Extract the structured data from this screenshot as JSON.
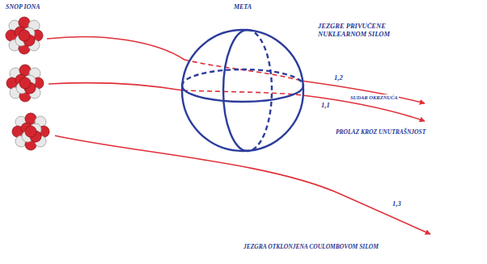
{
  "diagram": {
    "nodes": [
      {
        "text": [
          "META"
        ]
      }
    ],
    "labels": [
      "SNOP IONA",
      "JEZGRE PRIVUČENE NUKLEARNOM SILOM",
      "1,2",
      "SUDAR OKRZNUĆA",
      "1,1",
      "PROLAZ KROZ UNUTRAŠNJOST",
      "1,3",
      "JEZGRA OTKLONJENA COULOMBOVOM SILOM"
    ]
  }
}
